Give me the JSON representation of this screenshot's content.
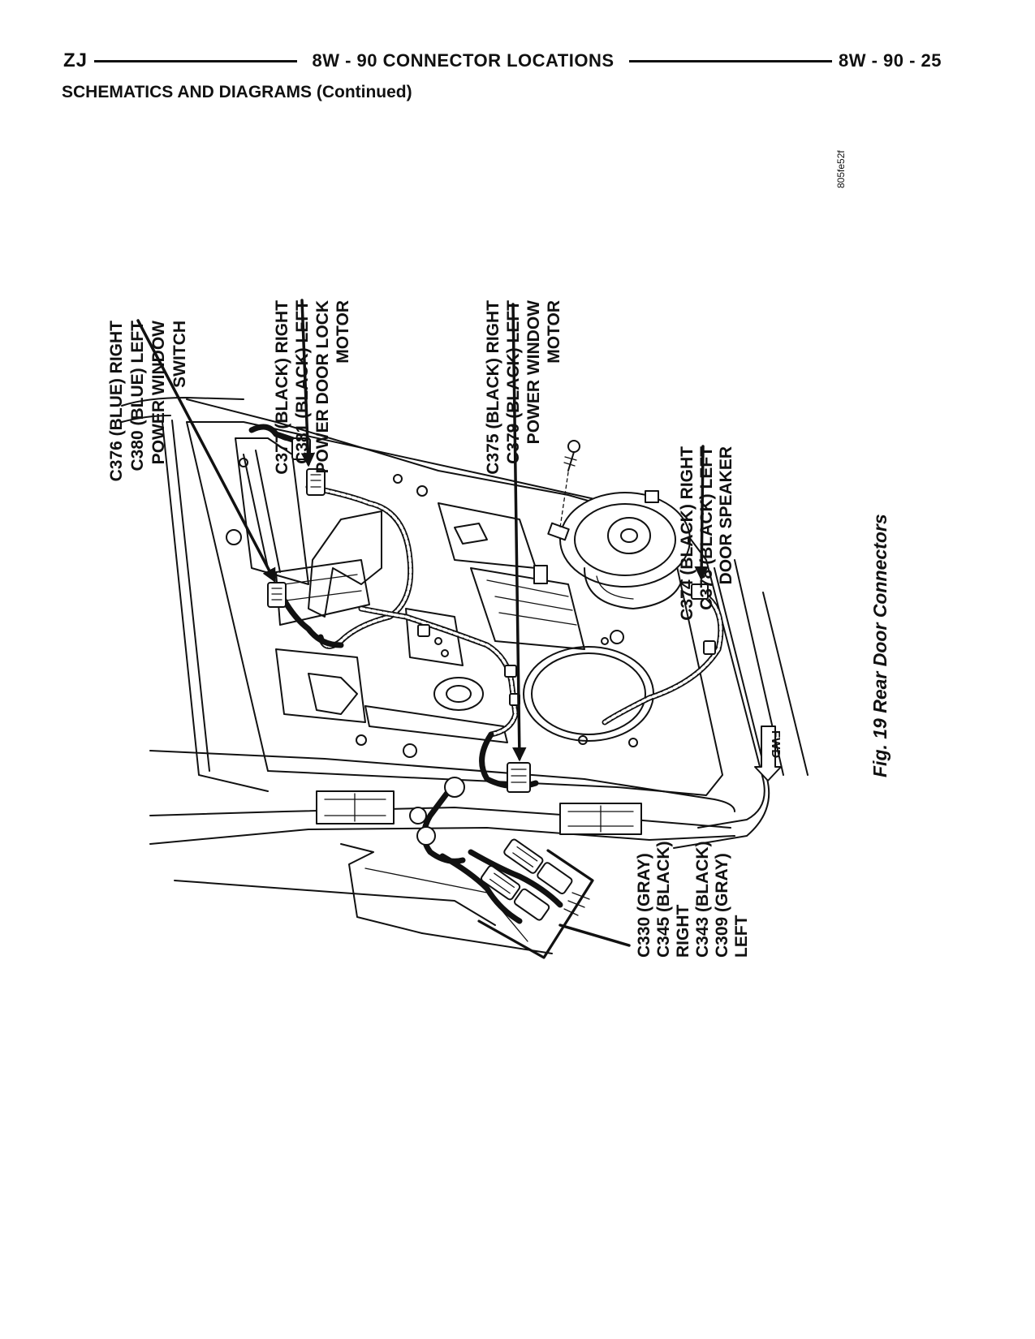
{
  "header": {
    "left": "ZJ",
    "center": "8W - 90 CONNECTOR LOCATIONS",
    "right": "8W - 90 - 25"
  },
  "subtitle": "SCHEMATICS AND DIAGRAMS (Continued)",
  "diagram": {
    "image_code": "805fe52f",
    "caption": "Fig. 19 Rear Door Connectors",
    "fwd_label": "FWD",
    "callouts": [
      {
        "id": "power-window-switch",
        "lines": [
          "C376 (BLUE) RIGHT",
          "C380 (BLUE) LEFT",
          "POWER WINDOW",
          "SWITCH"
        ]
      },
      {
        "id": "power-door-lock-motor",
        "lines": [
          "C377 (BLACK) RIGHT",
          "C381 (BLACK) LEFT",
          "POWER DOOR LOCK",
          "MOTOR"
        ]
      },
      {
        "id": "power-window-motor",
        "lines": [
          "C375 (BLACK) RIGHT",
          "C379 (BLACK) LEFT",
          "POWER WINDOW",
          "MOTOR"
        ]
      },
      {
        "id": "door-speaker",
        "lines": [
          "C374 (BLACK) RIGHT",
          "C378 (BLACK) LEFT",
          "DOOR SPEAKER"
        ]
      },
      {
        "id": "body-connectors",
        "lines": [
          "C330 (GRAY)",
          "C345 (BLACK)",
          "RIGHT",
          "C343 (BLACK)",
          "C309 (GRAY)",
          "LEFT"
        ]
      }
    ]
  }
}
